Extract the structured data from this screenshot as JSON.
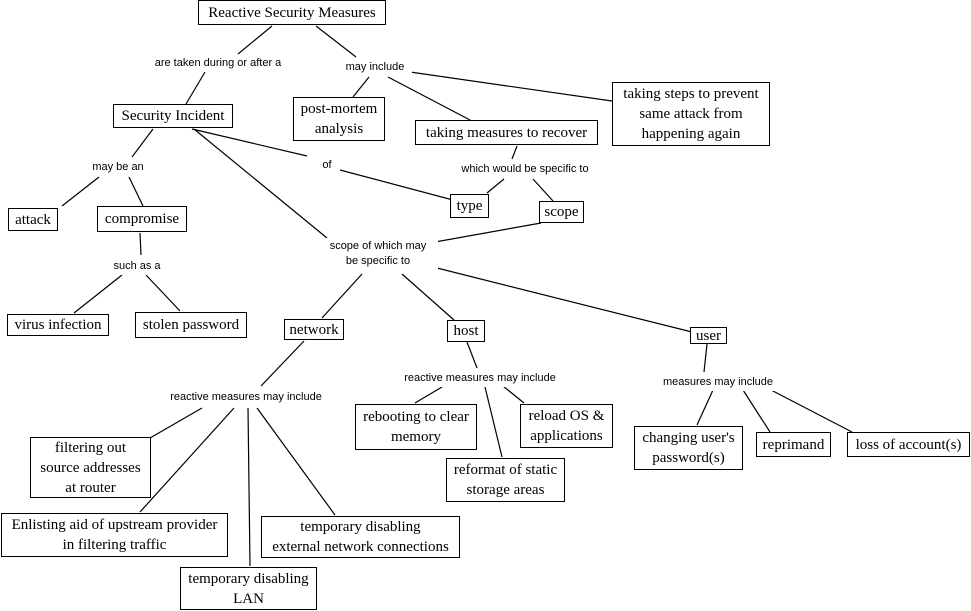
{
  "nodes": {
    "root": "Reactive Security Measures",
    "incident": "Security Incident",
    "postmortem": "post-mortem\nanalysis",
    "recover": "taking measures to recover",
    "prevent": "taking steps to prevent\nsame attack from\nhappening again",
    "attack": "attack",
    "compromise": "compromise",
    "type": "type",
    "scope": "scope",
    "virus": "virus infection",
    "stolen": "stolen password",
    "network": "network",
    "host": "host",
    "user": "user",
    "filtering": "filtering out\nsource addresses\nat router",
    "enlisting": "Enlisting aid of upstream provider\nin filtering traffic",
    "lan": "temporary disabling\nLAN",
    "external": "temporary disabling\nexternal network connections",
    "rebooting": "rebooting to clear\nmemory",
    "reformat": "reformat of static\nstorage areas",
    "reload": "reload OS &\napplications",
    "changing": "changing user's\npassword(s)",
    "reprimand": "reprimand",
    "loss": "loss of account(s)"
  },
  "labels": {
    "taken": "are taken during or after a",
    "mayinclude": "may include",
    "maybean": "may be an",
    "of": "of",
    "specific": "which would be specific to",
    "suchas": "such as a",
    "scopeof": "scope of which may\nbe specific to",
    "netmeasures": "reactive measures may include",
    "hostmeasures": "reactive measures may include",
    "usermeasures": "measures may include"
  }
}
